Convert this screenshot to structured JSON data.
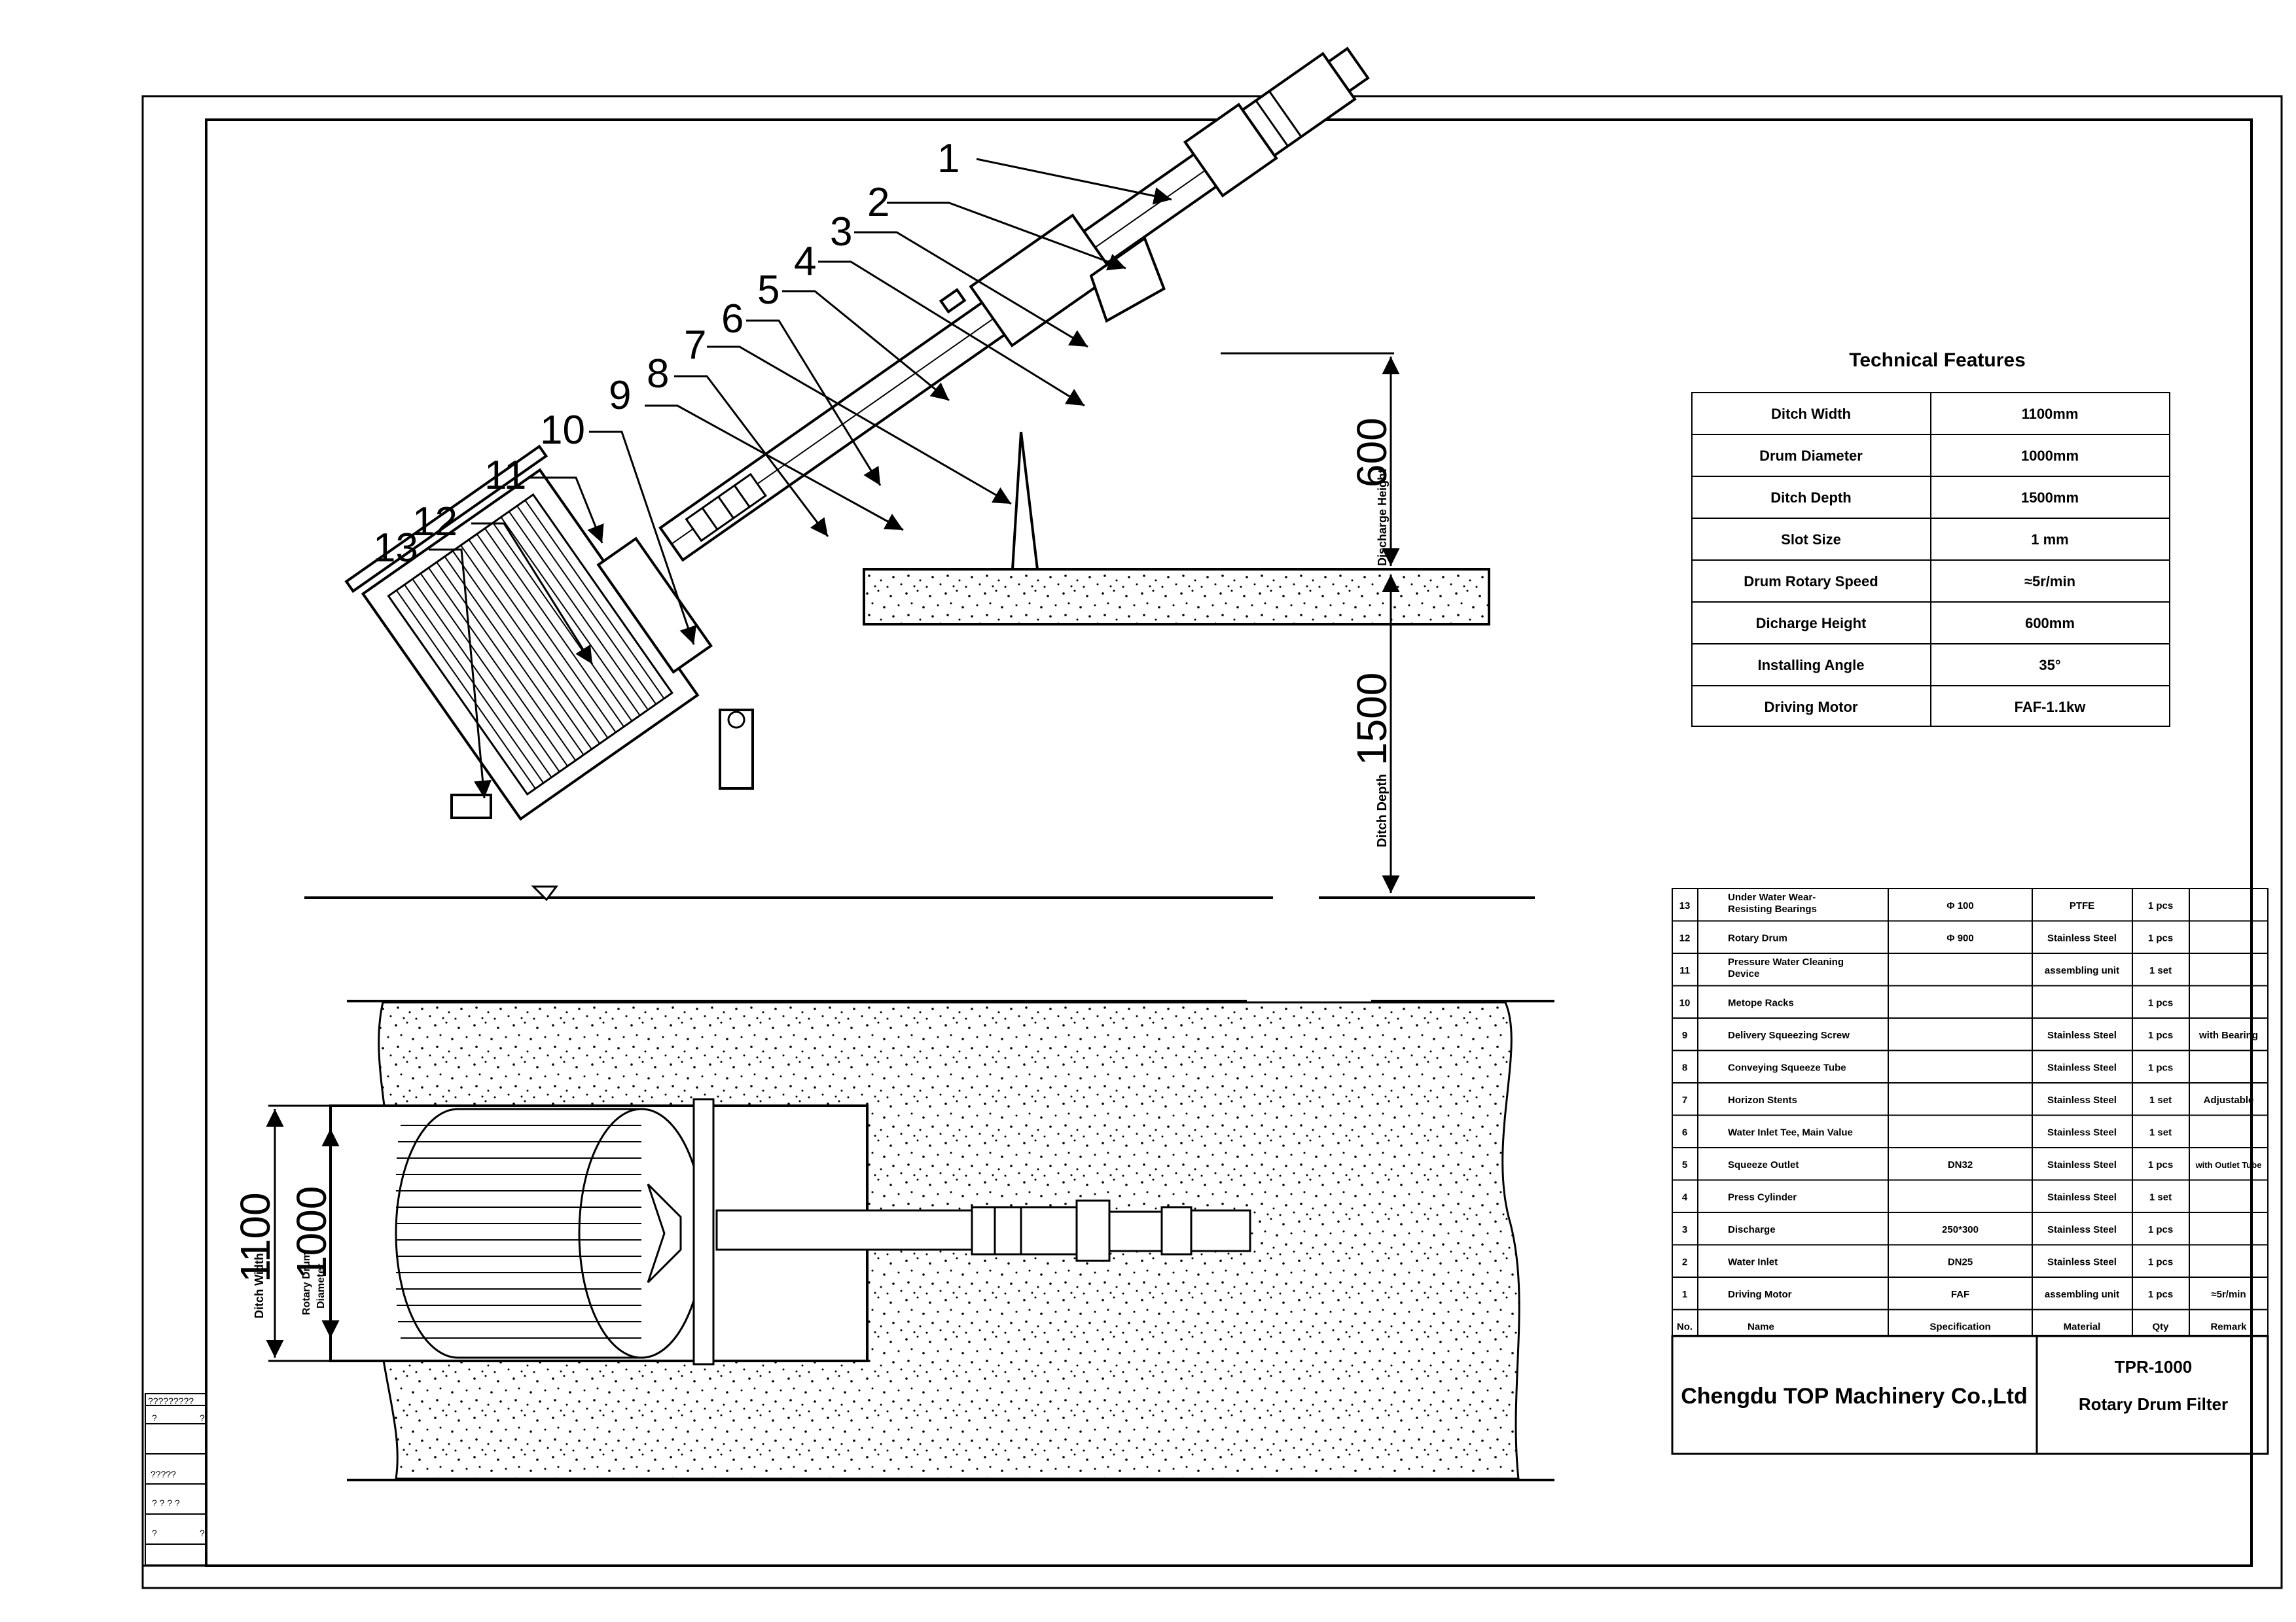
{
  "callouts": [
    "1",
    "2",
    "3",
    "4",
    "5",
    "6",
    "7",
    "8",
    "9",
    "10",
    "11",
    "12",
    "13"
  ],
  "dimensions": {
    "discharge_height_value": "600",
    "discharge_height_label": "Discharge Height",
    "ditch_depth_value": "1500",
    "ditch_depth_label": "Ditch Depth",
    "ditch_width_value": "1100",
    "ditch_width_label": "Ditch Width",
    "drum_diameter_value": "1000",
    "drum_diameter_label_1": "Rotary Drum",
    "drum_diameter_label_2": "Diameter"
  },
  "technical_features": {
    "title": "Technical Features",
    "rows": [
      {
        "label": "Ditch Width",
        "value": "1100mm"
      },
      {
        "label": "Drum Diameter",
        "value": "1000mm"
      },
      {
        "label": "Ditch Depth",
        "value": "1500mm"
      },
      {
        "label": "Slot    Size",
        "value": "1 mm"
      },
      {
        "label": "Drum Rotary Speed",
        "value": "≈5r/min"
      },
      {
        "label": "Dicharge Height",
        "value": "600mm"
      },
      {
        "label": "Installing Angle",
        "value": "35°"
      },
      {
        "label": "Driving Motor",
        "value": "FAF-1.1kw"
      }
    ]
  },
  "parts_list": {
    "rows": [
      {
        "no": "13",
        "name": [
          "Under Water Wear-",
          "Resisting Bearings"
        ],
        "spec": "Φ 100",
        "material": "PTFE",
        "qty": "1 pcs",
        "remark": ""
      },
      {
        "no": "12",
        "name": [
          "Rotary   Drum"
        ],
        "spec": "Φ 900",
        "material": "Stainless Steel",
        "qty": "1 pcs",
        "remark": ""
      },
      {
        "no": "11",
        "name": [
          "Pressure Water Cleaning",
          "Device"
        ],
        "spec": "",
        "material": "assembling unit",
        "qty": "1 set",
        "remark": ""
      },
      {
        "no": "10",
        "name": [
          "Metope   Racks"
        ],
        "spec": "",
        "material": "",
        "qty": "1 pcs",
        "remark": ""
      },
      {
        "no": "9",
        "name": [
          "Delivery Squeezing Screw"
        ],
        "spec": "",
        "material": "Stainless Steel",
        "qty": "1 pcs",
        "remark": "with Bearing"
      },
      {
        "no": "8",
        "name": [
          "Conveying Squeeze Tube"
        ],
        "spec": "",
        "material": "Stainless Steel",
        "qty": "1 pcs",
        "remark": ""
      },
      {
        "no": "7",
        "name": [
          "Horizon Stents"
        ],
        "spec": "",
        "material": "Stainless Steel",
        "qty": "1 set",
        "remark": "Adjustable"
      },
      {
        "no": "6",
        "name": [
          "Water Inlet Tee, Main Value"
        ],
        "spec": "",
        "material": "Stainless Steel",
        "qty": "1 set",
        "remark": ""
      },
      {
        "no": "5",
        "name": [
          "Squeeze  Outlet"
        ],
        "spec": "DN32",
        "material": "Stainless Steel",
        "qty": "1 pcs",
        "remark": "with Outlet Tube"
      },
      {
        "no": "4",
        "name": [
          "Press    Cylinder"
        ],
        "spec": "",
        "material": "Stainless Steel",
        "qty": "1 set",
        "remark": ""
      },
      {
        "no": "3",
        "name": [
          "Discharge"
        ],
        "spec": "250*300",
        "material": "Stainless Steel",
        "qty": "1 pcs",
        "remark": ""
      },
      {
        "no": "2",
        "name": [
          "Water    Inlet"
        ],
        "spec": "DN25",
        "material": "Stainless Steel",
        "qty": "1 pcs",
        "remark": ""
      },
      {
        "no": "1",
        "name": [
          "Driving   Motor"
        ],
        "spec": "FAF",
        "material": "assembling unit",
        "qty": "1 pcs",
        "remark": "≈5r/min"
      }
    ],
    "header": {
      "no": "No.",
      "name": "Name",
      "spec": "Specification",
      "material": "Material",
      "qty": "Qty",
      "remark": "Remark"
    }
  },
  "title_block": {
    "company": "Chengdu TOP Machinery Co.,Ltd",
    "model": "TPR-1000",
    "product": "Rotary Drum Filter"
  },
  "margin_block": {
    "row1": "?????????",
    "row2": "?",
    "row3": "?",
    "row4": "?????",
    "row5": "? ? ? ?",
    "row6": "?",
    "row7": "?"
  }
}
